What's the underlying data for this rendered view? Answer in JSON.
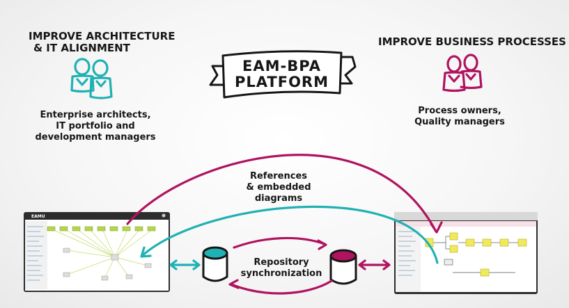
{
  "left_group": {
    "title_line1": "IMPROVE ARCHITECTURE",
    "title_line2": "& IT ALIGNMENT",
    "desc_line1": "Enterprise architects,",
    "desc_line2": "IT portfolio and",
    "desc_line3": "development managers"
  },
  "banner": {
    "line1": "EAM-BPA",
    "line2": "PLATFORM"
  },
  "right_group": {
    "title": "IMPROVE BUSINESS PROCESSES",
    "desc_line1": "Process owners,",
    "desc_line2": "Quality managers"
  },
  "arrows": {
    "references_line1": "References",
    "references_line2": "& embedded",
    "references_line3": "diagrams",
    "sync_line1": "Repository",
    "sync_line2": "synchronization"
  },
  "left_screenshot": {
    "logo_text": "EAMU"
  },
  "colors": {
    "teal": "#1fb1b3",
    "magenta": "#b0135f",
    "ink": "#161616",
    "green_node": "#b5d64b",
    "yellow_node": "#f0e95a"
  },
  "icons": [
    "people-teal-icon",
    "people-magenta-icon",
    "database-teal-icon",
    "database-magenta-icon"
  ]
}
